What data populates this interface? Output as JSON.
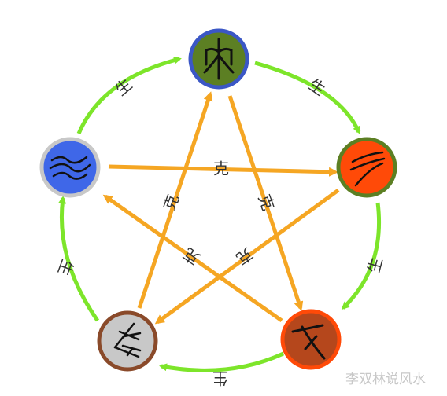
{
  "diagram": {
    "nodes": [
      {
        "id": "wood",
        "glyph": "木",
        "fill": "#5c7f23",
        "stroke": "#3b57c6",
        "glyph_color": "#111111"
      },
      {
        "id": "fire",
        "glyph": "火",
        "fill": "#ff4a08",
        "stroke": "#5c7f23",
        "glyph_color": "#111111"
      },
      {
        "id": "earth",
        "glyph": "土",
        "fill": "#b5471c",
        "stroke": "#ff4a08",
        "glyph_color": "#111111"
      },
      {
        "id": "metal",
        "glyph": "金",
        "fill": "#c8c8c8",
        "stroke": "#8a4a2a",
        "glyph_color": "#111111"
      },
      {
        "id": "water",
        "glyph": "水",
        "fill": "#3f67e8",
        "stroke": "#c8c8c8",
        "glyph_color": "#111111"
      }
    ],
    "generate_label": "生",
    "control_label": "克",
    "generate_color": "#7de52a",
    "control_color": "#f5a623"
  },
  "watermark": "李双林说风水"
}
